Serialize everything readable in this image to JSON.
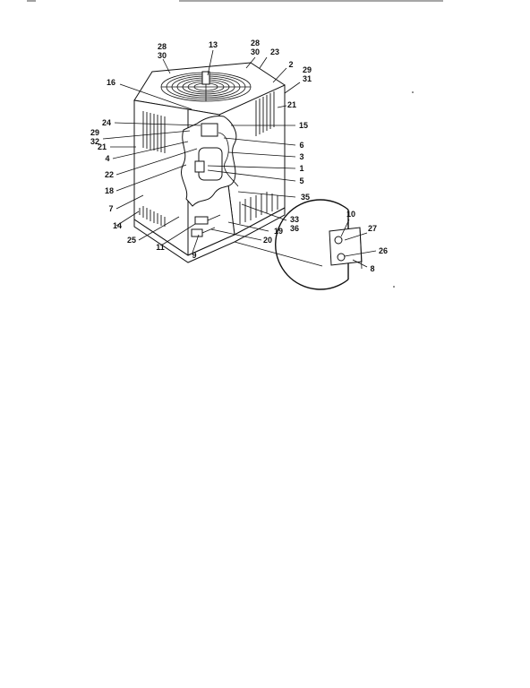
{
  "diagram": {
    "callouts": [
      {
        "id": "c13",
        "text": "13"
      },
      {
        "id": "c28a",
        "text": "28"
      },
      {
        "id": "c30a",
        "text": "30"
      },
      {
        "id": "c28b",
        "text": "28"
      },
      {
        "id": "c30b",
        "text": "30"
      },
      {
        "id": "c23",
        "text": "23"
      },
      {
        "id": "c2",
        "text": "2"
      },
      {
        "id": "c29a",
        "text": "29"
      },
      {
        "id": "c31",
        "text": "31"
      },
      {
        "id": "c16",
        "text": "16"
      },
      {
        "id": "c21a",
        "text": "21"
      },
      {
        "id": "c15",
        "text": "15"
      },
      {
        "id": "c24",
        "text": "24"
      },
      {
        "id": "c29b",
        "text": "29"
      },
      {
        "id": "c32",
        "text": "32"
      },
      {
        "id": "c6",
        "text": "6"
      },
      {
        "id": "c21b",
        "text": "21"
      },
      {
        "id": "c3",
        "text": "3"
      },
      {
        "id": "c4",
        "text": "4"
      },
      {
        "id": "c1",
        "text": "1"
      },
      {
        "id": "c22",
        "text": "22"
      },
      {
        "id": "c5",
        "text": "5"
      },
      {
        "id": "c18",
        "text": "18"
      },
      {
        "id": "c35",
        "text": "35"
      },
      {
        "id": "c7",
        "text": "7"
      },
      {
        "id": "c14",
        "text": "14"
      },
      {
        "id": "c33",
        "text": "33"
      },
      {
        "id": "c36",
        "text": "36"
      },
      {
        "id": "c25",
        "text": "25"
      },
      {
        "id": "c19",
        "text": "19"
      },
      {
        "id": "c11",
        "text": "11"
      },
      {
        "id": "c20",
        "text": "20"
      },
      {
        "id": "c9",
        "text": "9"
      },
      {
        "id": "c10",
        "text": "10"
      },
      {
        "id": "c27",
        "text": "27"
      },
      {
        "id": "c26",
        "text": "26"
      },
      {
        "id": "c8",
        "text": "8"
      }
    ]
  }
}
